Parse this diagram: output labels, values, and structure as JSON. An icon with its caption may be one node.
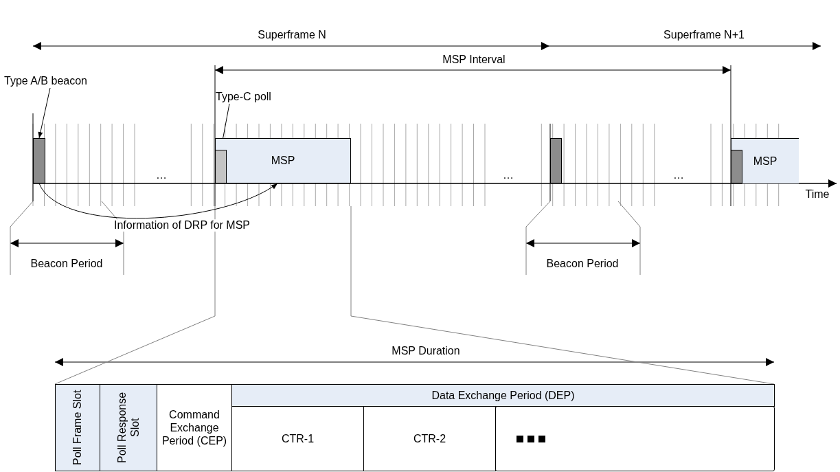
{
  "diagram": {
    "nodes": [
      {
        "text": [
          "Type A/B beacon"
        ]
      },
      {
        "text": [],
        "shape": "bar"
      },
      {
        "text": [
          "Type-C poll"
        ]
      },
      {
        "text": [
          "MSP"
        ]
      },
      {
        "text": [],
        "shape": "bar",
        "in": 3
      },
      {
        "text": [],
        "shape": "bar"
      },
      {
        "text": [
          "MSP"
        ]
      },
      {
        "text": [],
        "shape": "bar",
        "in": 6
      },
      {
        "text": [
          "Poll Frame Slot"
        ]
      },
      {
        "text": [
          "Poll Response Slot"
        ]
      },
      {
        "text": [
          "Command Exchange Period (CEP)"
        ]
      },
      {
        "text": [
          "Data Exchange Period (DEP)"
        ]
      },
      {
        "text": [
          "CTR-1"
        ]
      },
      {
        "text": [
          "CTR-2"
        ]
      },
      {
        "text": [],
        "shape": "box"
      }
    ],
    "edges": [
      {
        "from": 0,
        "to": 1,
        "arrow": "to"
      },
      {
        "from": 2,
        "to": 4,
        "arrow": "to"
      },
      {
        "from": 1,
        "to": 3,
        "arrow": "to",
        "label": "Information of DRP for MSP"
      }
    ],
    "labels": [
      "Superframe N",
      "Superframe N+1",
      "MSP Interval",
      "…",
      "…",
      "…",
      "Time",
      "Beacon Period",
      "Beacon Period",
      "MSP Duration"
    ]
  }
}
